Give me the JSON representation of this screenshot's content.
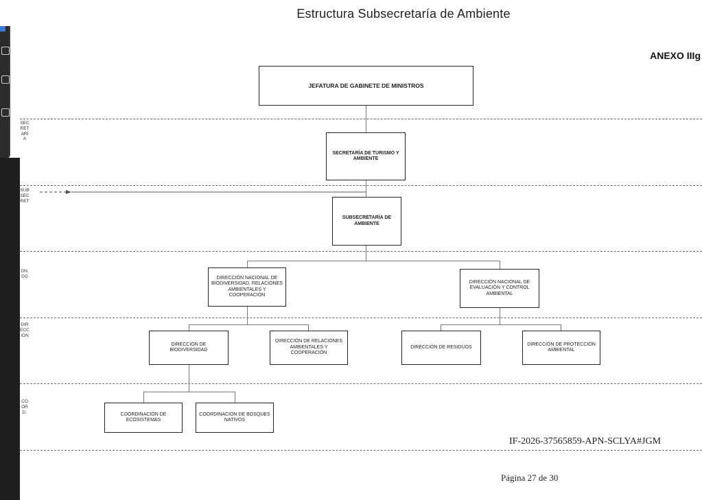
{
  "title": "Estructura Subsecretaría de Ambiente",
  "annex": "ANEXO IIIg",
  "band_labels": {
    "secretaria": "SECRETARÍA",
    "subsecret": "SUBSECRET",
    "dndg": "DN.DG",
    "direccion": "DIRECCIÓN",
    "coord": "COORD."
  },
  "boxes": {
    "jefatura": "JEFATURA DE GABINETE DE MINISTROS",
    "secretaria": "SECRETARÍA DE TURISMO Y AMBIENTE",
    "subsecretaria": "SUBSECRETARÍA DE AMBIENTE",
    "dn_biodiversidad": "DIRECCIÓN NACIONAL DE BIODIVERSIDAD, RELACIONES AMBIENTALES Y COOPERACIÓN",
    "dn_evaluacion": "DIRECCIÓN NACIONAL DE EVALUACIÓN Y CONTROL AMBIENTAL",
    "dir_biodiversidad": "DIRECCIÓN DE BIODIVERSIDAD",
    "dir_relaciones": "DIRECCIÓN DE RELACIONES AMBIENTALES Y COOPERACIÓN",
    "dir_residuos": "DIRECCIÓN DE RESIDUOS",
    "dir_proteccion": "DIRECCIÓN DE PROTECCIÓN AMBIENTAL",
    "coord_ecosistemas": "COORDINACIÓN DE ECOSISTEMAS",
    "coord_bosques": "COORDINACIÓN DE BOSQUES NATIVOS"
  },
  "footer": {
    "doc_id": "IF-2026-37565859-APN-SCLYA#JGM",
    "page": "Página 27 de 30"
  }
}
